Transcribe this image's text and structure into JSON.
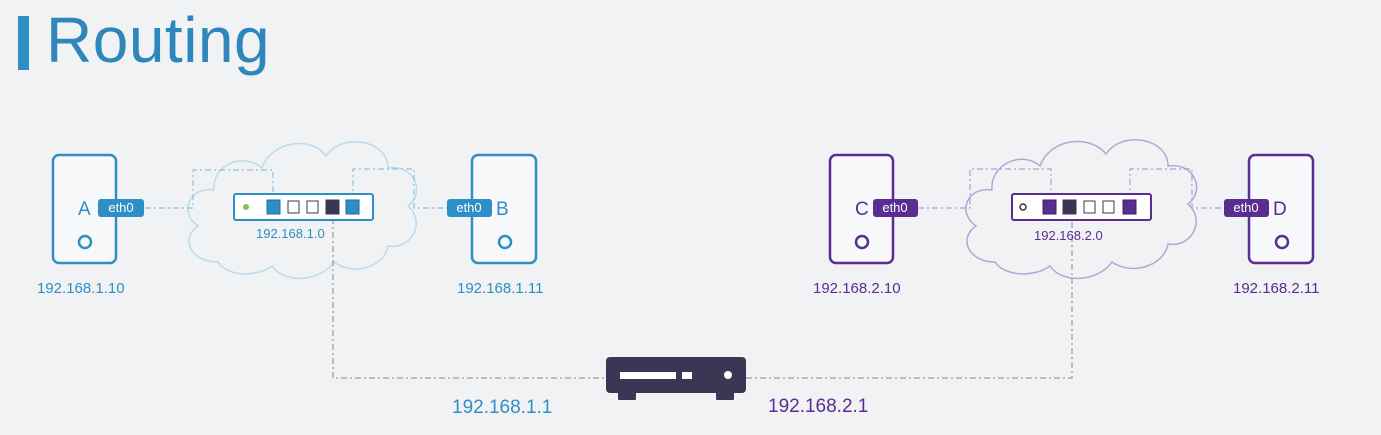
{
  "title": "Routing",
  "colors": {
    "left": "#2e8fc4",
    "right": "#5a2d91",
    "router": "#3b3654",
    "cloud_left": "#b9dcef",
    "cloud_right": "#b7a5d6"
  },
  "nodes": {
    "A": {
      "label": "A",
      "iface": "eth0",
      "ip": "192.168.1.10"
    },
    "B": {
      "label": "B",
      "iface": "eth0",
      "ip": "192.168.1.11"
    },
    "C": {
      "label": "C",
      "iface": "eth0",
      "ip": "192.168.2.10"
    },
    "D": {
      "label": "D",
      "iface": "eth0",
      "ip": "192.168.2.11"
    }
  },
  "networks": {
    "left": {
      "address": "192.168.1.0"
    },
    "right": {
      "address": "192.168.2.0"
    }
  },
  "router": {
    "icon": "router-icon",
    "left_ip": "192.168.1.1",
    "right_ip": "192.168.2.1"
  }
}
